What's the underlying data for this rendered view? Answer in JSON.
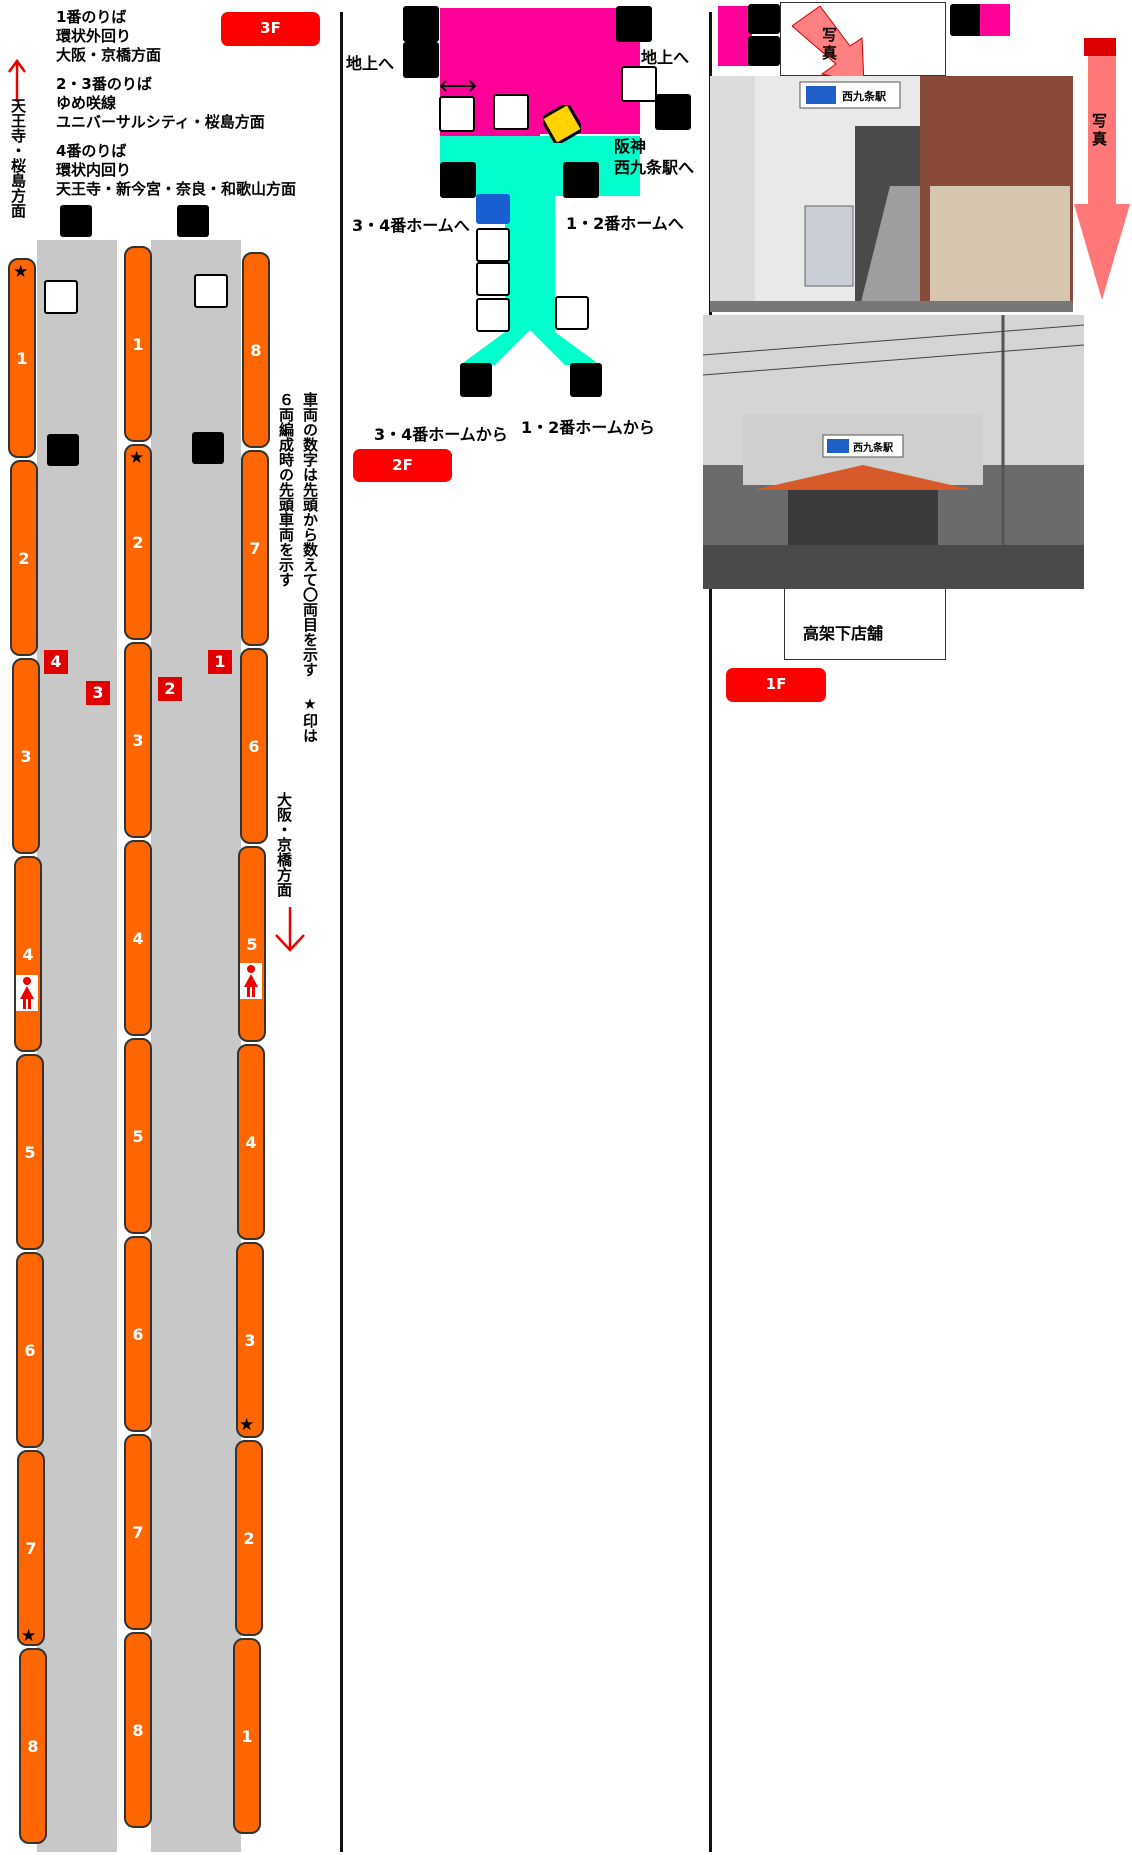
{
  "floors": {
    "f3": "3F",
    "f2": "2F",
    "f1": "1F"
  },
  "platform_info": {
    "line1_a": "1番のりば",
    "line1_b": "環状外回り",
    "line1_c": "大阪・京橋方面",
    "line2_a": "2・3番のりば",
    "line2_b": "ゆめ咲線",
    "line2_c": "ユニバーサルシティ・桜島方面",
    "line3_a": "4番のりば",
    "line3_b": "環状内回り",
    "line3_c": "天王寺・新今宮・奈良・和歌山方面"
  },
  "direction_left": "天王寺・桜島方面",
  "direction_right": "大阪・京橋方面",
  "note": "車両の数字は先頭から数えて〇両目を示す ★印は６両編成時の先頭車両を示す",
  "tracks": {
    "left": [
      "1",
      "2",
      "3",
      "4",
      "5",
      "6",
      "7",
      "8"
    ],
    "middle": [
      "1",
      "2",
      "3",
      "4",
      "5",
      "6",
      "7",
      "8"
    ],
    "right": [
      "8",
      "7",
      "6",
      "5",
      "4",
      "3",
      "2",
      "1"
    ]
  },
  "platform_numbers": [
    "4",
    "3",
    "2",
    "1"
  ],
  "f2_labels": {
    "ground_left": "地上へ",
    "ground_right": "地上へ",
    "hanshin": "阪神\n西九条駅へ",
    "to_34": "3・4番ホームへ",
    "to_12": "1・2番ホームへ",
    "from_34": "3・4番ホームから",
    "from_12": "1・2番ホームから"
  },
  "f1_labels": {
    "photo_arrow_1": "写真",
    "photo_arrow_2": "写真",
    "shops": "高架下店舗",
    "sign_top": "西九条駅",
    "sign_bottom": "西九条駅"
  },
  "colors": {
    "car": "#ff6600",
    "platform": "#c8c8c8",
    "badge": "#ff0000",
    "concourse_pink": "#ff0099",
    "concourse_cyan": "#00ffcc"
  }
}
